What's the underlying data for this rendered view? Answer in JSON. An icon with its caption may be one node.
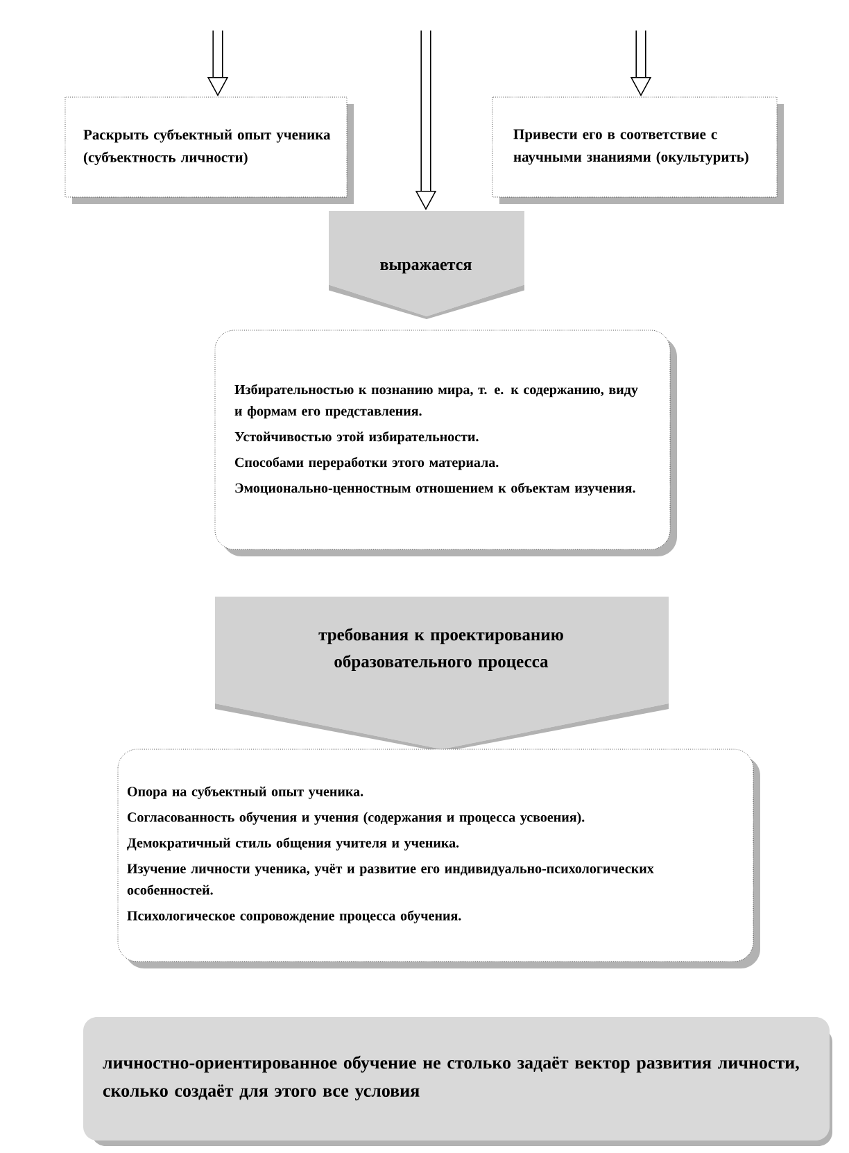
{
  "diagram": {
    "nodes": [
      {
        "text": [
          "Раскрыть субъектный опыт ученика (субъектность личности)"
        ]
      },
      {
        "text": [
          "Привести его в соответствие с научными знаниями (окультурить)"
        ]
      },
      {
        "text": [
          "выражается"
        ]
      },
      {
        "text": [
          "Избирательностью к познанию мира, т. е. к содержанию, виду и формам его представления.",
          "Устойчивостью этой избирательности.",
          "Способами переработки этого материала.",
          "Эмоционально-ценностным отношением к объектам изучения."
        ]
      },
      {
        "text": [
          "требования к проектированию образовательного процесса"
        ]
      },
      {
        "text": [
          "Опора на субъектный опыт ученика.",
          "Согласованность обучения и учения (содержания и процесса усвоения).",
          "Демократичный стиль общения учителя и ученика.",
          "Изучение личности ученика, учёт и развитие его индивидуально-психологических особенностей.",
          "Психологическое сопровождение процесса обучения."
        ]
      },
      {
        "text": [
          "личностно-ориентированное обучение не столько задаёт вектор развития личности, сколько создаёт для этого все условия"
        ]
      }
    ],
    "edges": [
      {
        "from": null,
        "to": 0,
        "arrow": "to"
      },
      {
        "from": null,
        "to": 2,
        "arrow": "to"
      },
      {
        "from": null,
        "to": 1,
        "arrow": "to"
      }
    ]
  }
}
